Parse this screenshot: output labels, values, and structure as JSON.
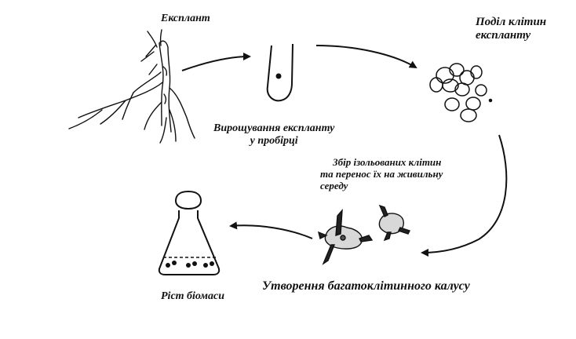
{
  "labels": {
    "explant": "Експлант",
    "cell_division": [
      "Поділ клітин",
      "експланту"
    ],
    "growing_in_tube": [
      "Вирощування експланту",
      "у пробірці"
    ],
    "collect_transfer": [
      "Збір ізольованих клітин",
      "та перенос їх на живильну",
      "середу"
    ],
    "callus_formation": "Утворення багатоклітинного калусу",
    "biomass_growth": "Ріст біомаси"
  },
  "colors": {
    "ink": "#111111",
    "background": "#ffffff"
  }
}
